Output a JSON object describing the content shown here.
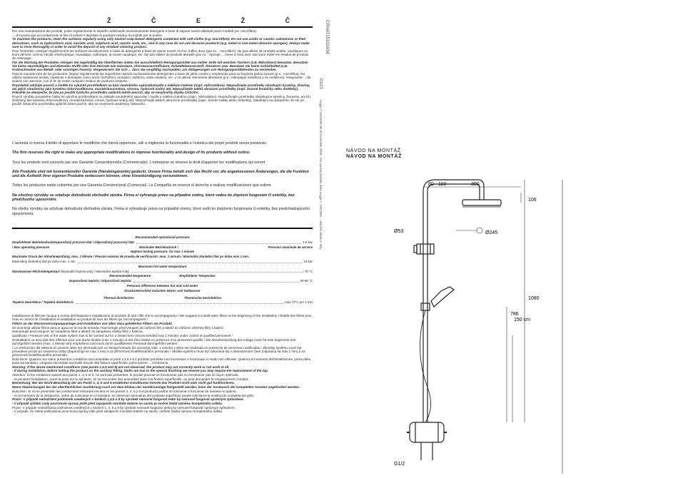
{
  "header_chars": [
    "Ž",
    "Č",
    "E",
    "Ž",
    "Č"
  ],
  "maintenance": [
    {
      "text": "Per una manutenzione dei prodotti, pulire regolarmente le superfici utilizzando esclusivamente detergenti a base di sapone neutro abbinati panni morbidi (es. microfibra).",
      "bold": false
    },
    {
      "text": "... di rociarsi que accuratamente al fine di evitare il deposito di qualsiasi residuo di prodotti per la pulizia.",
      "bold": false
    },
    {
      "text": "To maintain the products, clean the surfaces regularly using only neutral soap-based detergents combined with soft cloths (e.g. microfibre). Do not use acidic or caustic substances or their derivatives, such as hydrochloric acid, muriatic acid, sulphuric acid, caustic soda, etc., and in any case do not use abrasive products (e.g. metal or non-metal abrasive sponges). Always make sure to rinse thoroughly in order to avoid the deposit of any residual cleaning product.",
      "bold": true
    },
    {
      "text": "Pour l'entretien, nettoyer régulièrement les surfaces exclusivement à l'aide de détergents à base de savon neutre et d'un chiffon doux (par ex. : microfibre). Ne pas utiliser de produits acides, caustiques ou leurs dérivés, comme l'acide chlorhydrique, muriatique, sulfurique, la soude caustique, etc. Ne pas utiliser de produits abrasifs (par ex. : éponge ... rincer à l'eau avec soin pour éviter les résidus de produits de nettoyage.",
      "bold": false
    },
    {
      "text": "Für die Wartung der Produkte, reinigen Sie regelmäßig die Oberflächen indem Sie ausschließlich Reinigungsmittel aus milder Seife mit weichen Tüchern (z.B. Mikrofaser) benutzen. Benutzen Sie keine säurehaltigen und ätzenden Stoffe oder ihre Derivate wie Salzsäure, Chlorwasserstoffsäure, Schwefelwasserstoff, Ätznatron usw. Benutzen Sie keine Schleifmittel (z.B. Kratzschwamm aus Metall- oder sonstigen Fasern). Vergewissern Sie sich ... dass Sie sorgfältig nachspülen, um Ablagerungen von Reinigungsmittelresten zu vermeiden.",
      "bold": true
    },
    {
      "text": "Para la manutención de los productos, limpiar regularmente las superficies usando exclusivamente detergentes a base de jabón neutro y empleando para su limpieza paños suaves (p.e.: microfibra). No utilizar sustancias ácidas, cáusticas o derivados como ácido clorhídrico, muriático, sulfúrico, soda cáustica, etc. y no utilizar elementos abrasivos (p.e.: estropajos metálicos y no metálicos). Asegurarse ... de aclarar con atención, con el fin de evitar cualquier residuo de producto restante.",
      "bold": false
    },
    {
      "text": "Pravidelně udržujte povrch a čistěte ho výlučně prostředkem na bázi neutrálního saponátu/mýdla a měkkým hadrem (např. mikrovlákno). Nepoužívejte prostředky obsahující kyseliny, žíraviny, ani jejich sloučeniny jako kyselinu chlorovodíkovou, muriatickou/solnou, sírovou, hydroxid sodný atd. Nepoužívejte taktéž abrazivní prostředky (např. brusné houbičky nebo drátěnky). Pokaždé se ubezpečte, že jste po použití čisticího prostředku opláchli dobře povrch, aby se nevytvořily zbytky čisticího.",
      "bold": true
    },
    {
      "text": "Povrch výrobku pravidelne čistite len výlučne prostriedkami na základe neutrálneho saponátu / mydla a mäkkou handrou (napr.: mikrovlákno). Nepoužívajte prostriedky obsahujúce kyseliny, žieraviny, ani ich zlúčeniny ako kyselina chlorovodíková, muriatická/solná, sírová, hydroxid sodný atď. Nepoužívajte taktiež abrazívne prostriedky (napr.: brúsne hubky alebo drôtenky). Zakaždým sa ubezpečte, že ste po použití čistiaceho prostriedku opláchli dobre povrch, aby sa nevytvorili usadeniny čistiaceho.",
      "bold": false
    }
  ],
  "rights": [
    {
      "text": "L'azienda si riserva il diritto di apportare le modifiche che riterrà opportune, utili a migliorare la funzionalità e l'estetica dei propri prodotti senza preavviso.",
      "bold": false
    },
    {
      "text": "The firm reserves the right to make any appropriate modifications to improve functionality and design of its products without notice.",
      "bold": true
    },
    {
      "text": "Tous les produits sont couverts par une Garantie Conventionnelle (Commerciale). L'entreprise se réserve le droit d'apporter les modifications qui seront",
      "bold": false
    },
    {
      "text": "Alle Produkte sind mit konventioneller Garantie (Handelsgarantie) gedeckt. Unsere Firma behält sich das Recht vor, die angemessenen Änderungen, die die Funktion und die Ästhetik ihrer eigenen Produkte verbessern können, ohne Vorankündigung vorzunehmen.",
      "bold": true
    },
    {
      "text": "Todos los productos están cubiertos por una Garantía Convencional (Comercial). La Compañía se reserva el derecho a realizar modificaciones que estime",
      "bold": false
    },
    {
      "text": "Na všechny výrobky se vztahuje dohodnutá obchodní záruka. Firma si vyhrazuje právo na připadné změny, které vedou ke zlepšení fungování či estetiky, bez předchozího upozornění.",
      "bold": true
    },
    {
      "text": "Na všetky výrobky sa vzťahuje dohodnutá obchodná záruka. Firma si vyhradzuje právo na prípadné zmeny, ktoré vedú ku zlepšeniu fungovania či estetiky, bez predchádzajúceho upozornenia.",
      "bold": false
    }
  ],
  "spec": {
    "rec_pressure_title": "Recommended operational pressure",
    "betriebsdruck": "Empfohlener Betriebsdruck",
    "pressione_label": "Dopuručený pracovní tlak / Odporúčaný pracovný tlak:",
    "pressure_value": "1-5 bar",
    "max_operating": "/ Max operating pressure",
    "max_betriebsdruck": "Maximaler Betriebsdruck /",
    "pression_max": "Pression maximale de service",
    "highest_test": "Highest testing pressure, for max 1 minute",
    "max_druck": "Maximaler Druck der Abnahmeprüfung, max. 1 Minute / Presión máxima de prueba de verificación: max. 1 minuto / Maximální zkušební tlak po dobu max 1 min.",
    "max_skusobny": "Maximálny skúšobný tlak po dobu max. 1 min.",
    "test_value": "16 bar",
    "max_hot_title": "Maximum hot water temperature",
    "warmwasser": "Warmwasser-Höchsttemperatur",
    "max_teplota": "/ Maximální teplota vody / Maximálna teplota vody:",
    "hot_value": "70 °C",
    "rec_temp": "Recommended temperature",
    "empf_temp": "Empfohlene Temperatur",
    "dop_teplota": "Doporučená teplota / Odporúčaná teplota:",
    "temp_value": "50-60 °C",
    "pressure_diff": "Pressure difference between hot and cold water",
    "druckunterschied": "Druckunterschied zwischen Warm- und Kaltwasser",
    "thermal_dis": "Thermal disinfection",
    "thermische": "Thermische Desinfektion",
    "tepelna": "Tepelná dezinfekce / Tepelná dezinfekcia:",
    "tepelna_value": "max 70°C per 4 min"
  },
  "notes": [
    {
      "text": "Installazione di filtri per l'acqua a monte dell'impianto e installazione al prodotto di tutti i filtri che lo accompagnano / We suggest to install water filters at the beginning of the installation / Établir des filtres pour l'eau en amont de l'installation et installation au produit de tous les filtres qui l'accompagnent /",
      "bold": false
    },
    {
      "text": "Filtern an der Wasserversorgungsanlage und Installation von allen dazu gelieferten Filtern am Produkt.",
      "bold": true
    },
    {
      "text": "Se aconseja utilizar filtros para el agua en la red de entrada / Namontujte před vstupem do zařízení filtr a taktéž do zařízení všechny filtry s balení.",
      "bold": false
    },
    {
      "text": "Namontujte pred vstupom do zariadenia filter a taktiež do zariadenia všetky filtre z balenia.",
      "bold": false
    },
    {
      "text": "qualificato / Pressure test of the water system has to be carried out for a limited time (recommended max 1 minute) under control of qualified personnel /",
      "bold": false
    },
    {
      "text": "d'installation ne sera doit être effectué pour une durée limitée (max 1 minute) et doit être réalisé en présence d'un personnel qualifié / Die Abnahmeprüfung der Anlage muss für eine begrenzte Zeit durchgeführt werden (max. 1 Minute wird empfohlen) und muss durch qualifiziertes Personal durchgeführt werden.",
      "bold": false
    },
    {
      "text": "/ La verificación del sistema en presión debe ser efectuado por un tiempo limitado (se aconseja máx. 1 minuto) y debe ser realizada en presencia de personas cualificadas / Zkouška systému musí být provedená pouze po omezenou dobu (doporučuje se max 1 min) a za přítomnosti kvalifikovaného personálu / Skúška systému musí byť vykonaná iba v obmedzenom čase (odporúča sa max 1 min) a za prítomnosti kvalifikovaného personálu.",
      "bold": false
    },
    {
      "text": "Nota bene: Qualora non siano presenti le condizioni raccomandate ai punti 1,4,5 e 6 il prodotto potrebbe non funzionare o funzionare in modo non ottimale. Qualora al momento dell'installazione, prima della posa sul sanitario, vengano riscontrate anomalie dovute alla finitura superficiale, potrà essere ... richiesta la",
      "bold": false
    },
    {
      "text": "Warning: If the above mentioned conditions (see points 1,4,5 and 6) are not observed, the product may not correctly work or not work at all.",
      "bold": true
    },
    {
      "text": "- If during installation, before setting the product on the sanitary fitting, faults are due to the special finishing we reserve you may require the replacement of the tap.",
      "bold": true
    },
    {
      "text": "Attention: Si les conditions suivies aux points 1, 4, 5 et 6, ne sont pas présentes, le produit pourrait ne fonctionner pas ou fonctionner pas en façon optimale.",
      "bold": false
    },
    {
      "text": "- Si pendant l'installation, avant la pose sur le sanitaire, on va rencontrer des anomalies dues à la finition superficielle, on peut demander le remplacement complet.",
      "bold": false
    },
    {
      "text": "Bemerkung: Bei der Nicht-Beachtung der am Punkt 1, 4, 5 und 6 erwähnten Konditionen könnte das Produkt nicht oder nicht gut funktionieren.",
      "bold": true
    },
    {
      "text": "Wenn Abweichungen bei der oberflächlichen Ausführung noch vor dem Einbau der Sanitärsanlage festgestellt werden, kann der Austausch der kompletten Armatur angefordert werden.",
      "bold": true
    },
    {
      "text": "Nota bien: Si no se presentan las condiciones indicadas encima en los puntos 1, 4, 5 y 6 el producto podría no funcionar o funcionar de manera no óptima.",
      "bold": false
    },
    {
      "text": "- Si al momento de la instalación, antes de colocarse en el sanitario, se observan anomalías del acabado superficial, puede solicitarse la sustitución completa del grifo.",
      "bold": false
    },
    {
      "text": "Pozor: V případě nedodržení podmínek uvedených v bodech 1,4,5 a 6 by výrobek nemusel fungovat nebo by nemusel fungovat správným způsobem.",
      "bold": true
    },
    {
      "text": "- V případě zjištění vady povrchové úpravy ještě před zapojením montáže baterie na sanitu je možné žádat výměnu kompletního artiklu.",
      "bold": true
    },
    {
      "text": "Pozor: V prípade nedodržania podmienok uvedených v bodoch 1, 4, 5 a 6 by výrobok nemusel fungovať alebo by nemusel fungovať správnym spôsobom.",
      "bold": false
    },
    {
      "text": "- V prípade, že zistíte poškodenie povrchovej úpravy ešte pred zahájením montáže batérie na sanitu, môžete žiadať výmenu kompletného artikla.",
      "bold": false
    }
  ],
  "side_text": {
    "date": "01/21",
    "code": "CRHAT15102A34",
    "small": "Legge n°166/2009 del 20 novembre 2009 - Per questo prodotto della Legge n. 166/2009 ... Marchio Made in Italy"
  },
  "navod": [
    "NÁVOD NA MONTÁŽ",
    "NÁVOD NA MONTÁŽ"
  ],
  "dims": {
    "d1": "80 - 110",
    "d2": "300",
    "d3": "106",
    "d4": "Ø53",
    "d5": "Ø245",
    "d6": "1080",
    "d7": "786",
    "d8": "150 cm",
    "d9": "G1/2"
  },
  "colors": {
    "text": "#222222",
    "line": "#111111"
  }
}
